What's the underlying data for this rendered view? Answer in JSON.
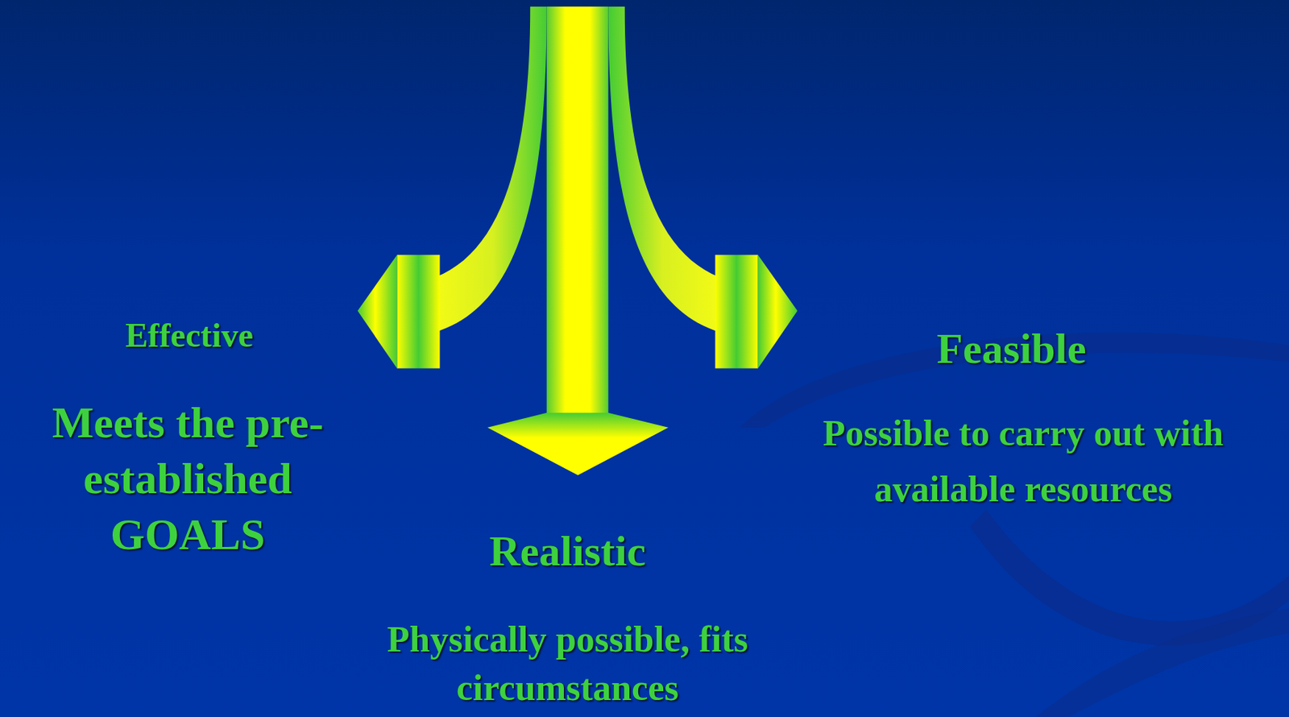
{
  "diagram": {
    "labels": [
      "Effective",
      "Meets the pre-established GOALS",
      "Feasible",
      "Possible to carry out with available resources",
      "Realistic",
      "Physically possible, fits circumstances"
    ]
  }
}
